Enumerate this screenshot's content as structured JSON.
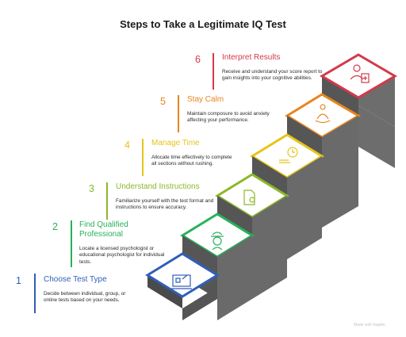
{
  "title": "Steps to Take a Legitimate IQ Test",
  "steps": [
    {
      "number": "1",
      "title": "Choose Test Type",
      "description": "Decide between individual, group, or online tests based on your needs.",
      "color": "#2f5fb8",
      "icon": "computer-test-icon"
    },
    {
      "number": "2",
      "title": "Find Qualified Professional",
      "description": "Locate a licensed psychologist or educational psychologist for individual tests.",
      "color": "#27b25a",
      "icon": "psychologist-icon"
    },
    {
      "number": "3",
      "title": "Understand Instructions",
      "description": "Familiarize yourself with the test format and instructions to ensure accuracy.",
      "color": "#8ab82a",
      "icon": "instructions-document-icon"
    },
    {
      "number": "4",
      "title": "Manage Time",
      "description": "Allocate time effectively to complete all sections without rushing.",
      "color": "#e6c419",
      "icon": "clock-icon"
    },
    {
      "number": "5",
      "title": "Stay Calm",
      "description": "Maintain composure to avoid anxiety affecting your performance.",
      "color": "#e5861e",
      "icon": "meditation-icon"
    },
    {
      "number": "6",
      "title": "Interpret Results",
      "description": "Receive and understand your score report to gain insights into your cognitive abilities.",
      "color": "#d3394a",
      "icon": "results-report-icon"
    }
  ],
  "footer": "Made with Napkin"
}
